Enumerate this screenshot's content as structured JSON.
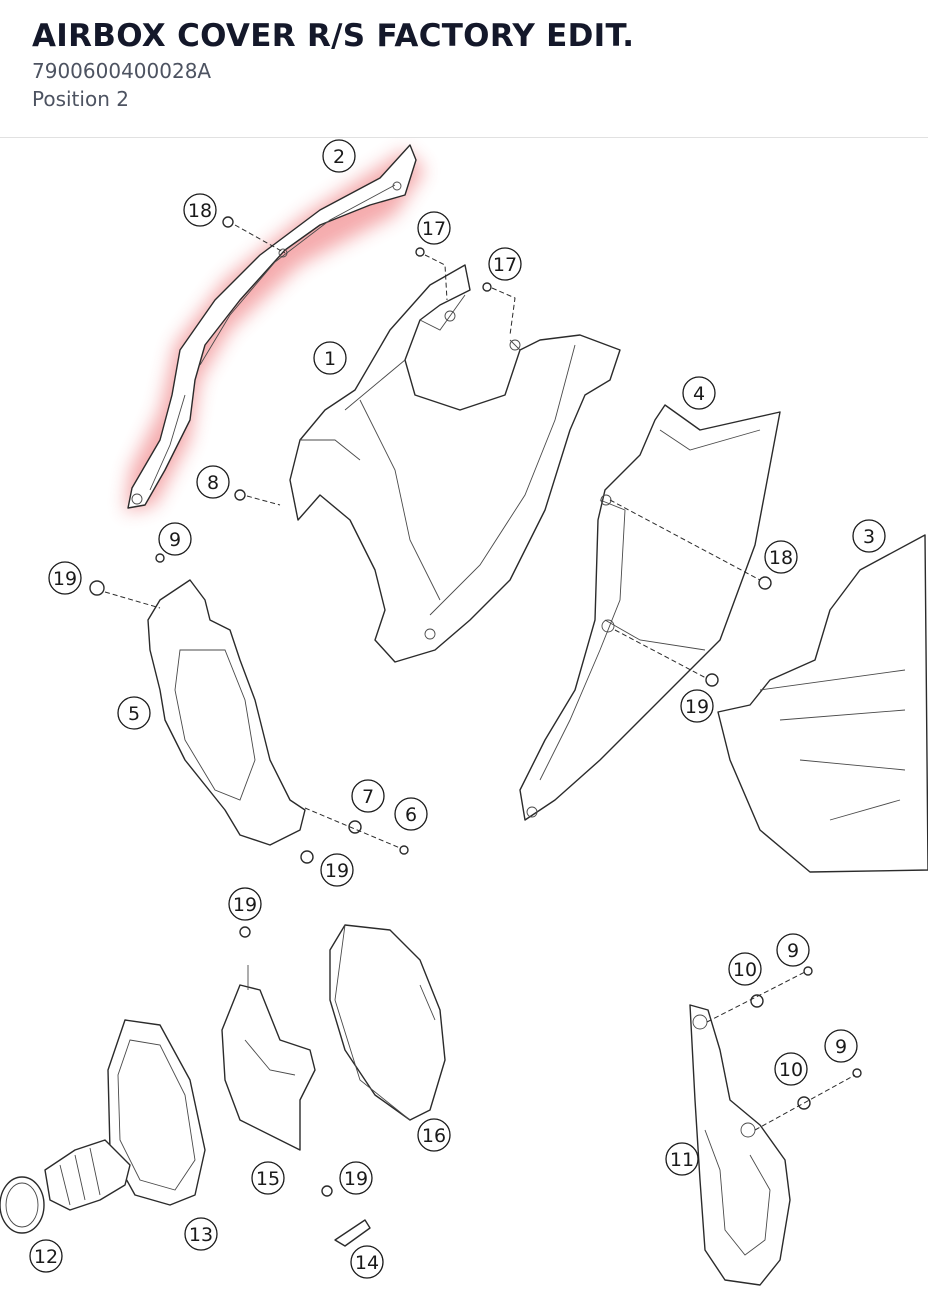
{
  "header": {
    "title": "AIRBOX COVER R/S FACTORY EDIT.",
    "part_number": "7900600400028A",
    "position": "Position 2"
  },
  "diagram": {
    "highlight_color": "#e8474c",
    "highlighted_callout": "2",
    "callouts": {
      "c2": "2",
      "c18a": "18",
      "c17a": "17",
      "c17b": "17",
      "c1": "1",
      "c4": "4",
      "c8": "8",
      "c9a": "9",
      "c18b": "18",
      "c3": "3",
      "c19a": "19",
      "c5": "5",
      "c19b": "19",
      "c7": "7",
      "c6": "6",
      "c19c": "19",
      "c19d": "19",
      "c10a": "10",
      "c9b": "9",
      "c9c": "9",
      "c10b": "10",
      "c16": "16",
      "c11": "11",
      "c15": "15",
      "c19e": "19",
      "c13": "13",
      "c12": "12",
      "c14": "14"
    }
  }
}
